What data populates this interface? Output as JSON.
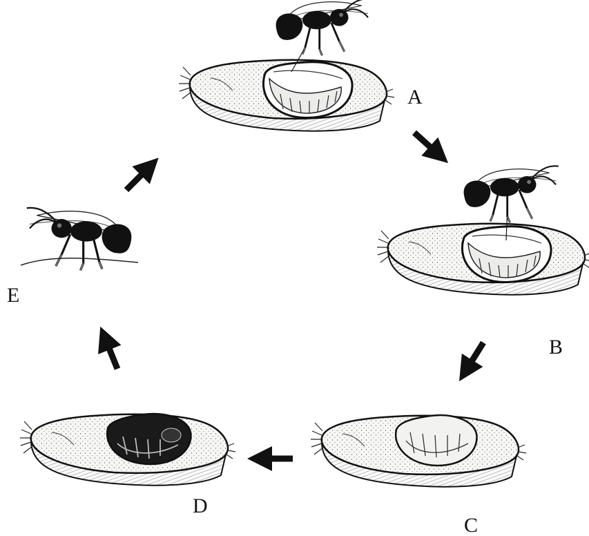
{
  "stages": [
    {
      "id": "A",
      "label": "A"
    },
    {
      "id": "B",
      "label": "B"
    },
    {
      "id": "C",
      "label": "C"
    },
    {
      "id": "D",
      "label": "D"
    },
    {
      "id": "E",
      "label": "E"
    }
  ],
  "colors": {
    "ink": "#111111",
    "seed_fill": "#f4f4f2",
    "larva_fill": "#e9e9e6"
  }
}
